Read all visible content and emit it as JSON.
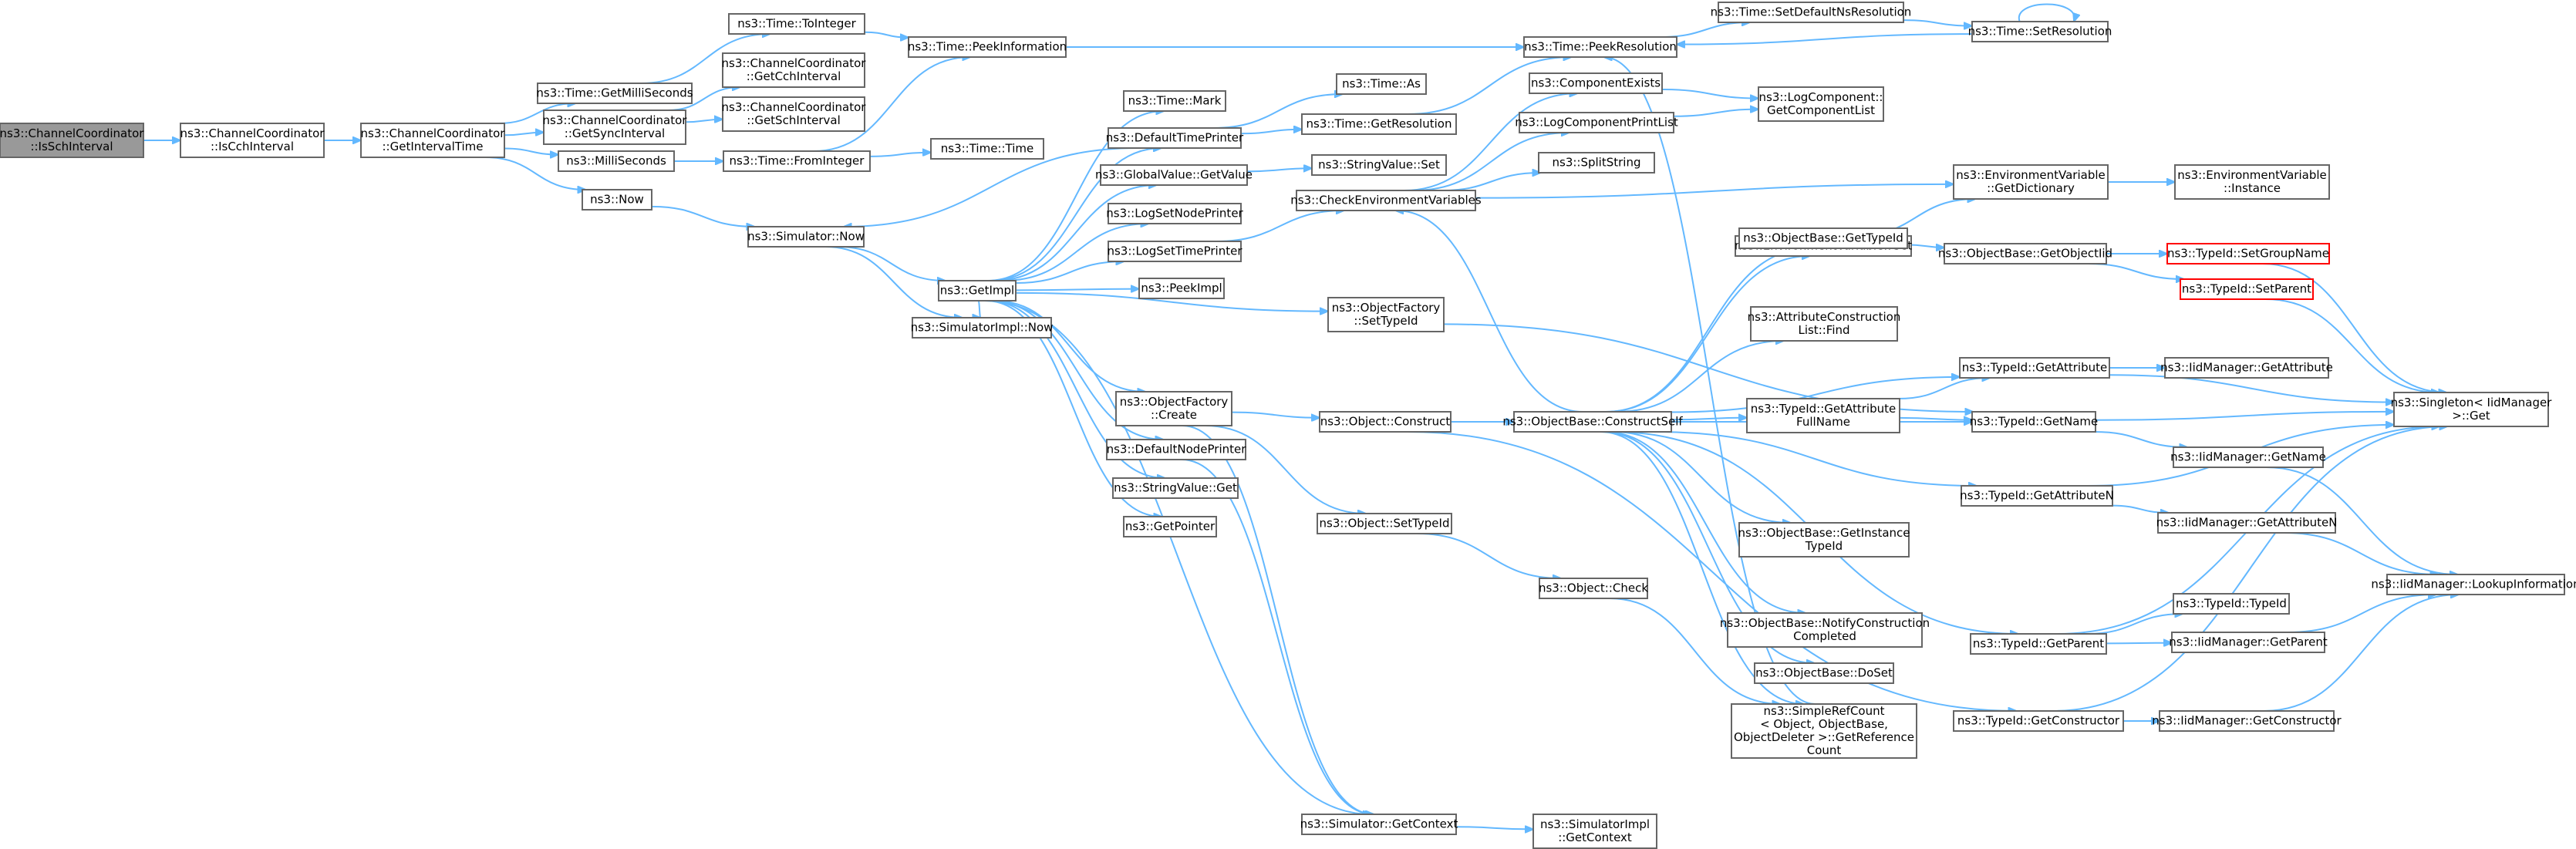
{
  "nodes": [
    {
      "id": "root",
      "lines": [
        "ns3::ChannelCoordinator",
        "::IsSchInterval"
      ],
      "style": "root"
    },
    {
      "id": "isCch",
      "lines": [
        "ns3::ChannelCoordinator",
        "::IsCchInterval"
      ]
    },
    {
      "id": "getInterval",
      "lines": [
        "ns3::ChannelCoordinator",
        "::GetIntervalTime"
      ]
    },
    {
      "id": "getMilli",
      "lines": [
        "ns3::Time::GetMilliSeconds"
      ]
    },
    {
      "id": "getSync",
      "lines": [
        "ns3::ChannelCoordinator",
        "::GetSyncInterval"
      ]
    },
    {
      "id": "getCch",
      "lines": [
        "ns3::ChannelCoordinator",
        "::GetCchInterval"
      ]
    },
    {
      "id": "getSch",
      "lines": [
        "ns3::ChannelCoordinator",
        "::GetSchInterval"
      ]
    },
    {
      "id": "milli",
      "lines": [
        "ns3::MilliSeconds"
      ]
    },
    {
      "id": "now",
      "lines": [
        "ns3::Now"
      ]
    },
    {
      "id": "toInteger",
      "lines": [
        "ns3::Time::ToInteger"
      ]
    },
    {
      "id": "fromInteger",
      "lines": [
        "ns3::Time::FromInteger"
      ]
    },
    {
      "id": "peekInfo",
      "lines": [
        "ns3::Time::PeekInformation"
      ]
    },
    {
      "id": "simNow",
      "lines": [
        "ns3::Simulator::Now"
      ]
    },
    {
      "id": "getImpl",
      "lines": [
        "ns3::GetImpl"
      ]
    },
    {
      "id": "simImplNow",
      "lines": [
        "ns3::SimulatorImpl::Now"
      ]
    },
    {
      "id": "timeTime",
      "lines": [
        "ns3::Time::Time"
      ]
    },
    {
      "id": "timeMark",
      "lines": [
        "ns3::Time::Mark"
      ]
    },
    {
      "id": "defTimePrinter",
      "lines": [
        "ns3::DefaultTimePrinter"
      ]
    },
    {
      "id": "globalGet",
      "lines": [
        "ns3::GlobalValue::GetValue"
      ]
    },
    {
      "id": "logNode",
      "lines": [
        "ns3::LogSetNodePrinter"
      ]
    },
    {
      "id": "logTime",
      "lines": [
        "ns3::LogSetTimePrinter"
      ]
    },
    {
      "id": "peekImpl",
      "lines": [
        "ns3::PeekImpl"
      ]
    },
    {
      "id": "ofCreate",
      "lines": [
        "ns3::ObjectFactory",
        "::Create"
      ]
    },
    {
      "id": "defNodePrinter",
      "lines": [
        "ns3::DefaultNodePrinter"
      ]
    },
    {
      "id": "svGet",
      "lines": [
        "ns3::StringValue::Get"
      ]
    },
    {
      "id": "getPointer",
      "lines": [
        "ns3::GetPointer"
      ]
    },
    {
      "id": "simGetCtx",
      "lines": [
        "ns3::Simulator::GetContext"
      ]
    },
    {
      "id": "timeAs",
      "lines": [
        "ns3::Time::As"
      ]
    },
    {
      "id": "getRes",
      "lines": [
        "ns3::Time::GetResolution"
      ]
    },
    {
      "id": "svSet",
      "lines": [
        "ns3::StringValue::Set"
      ]
    },
    {
      "id": "checkEnv",
      "lines": [
        "ns3::CheckEnvironmentVariables"
      ]
    },
    {
      "id": "ofSetTid",
      "lines": [
        "ns3::ObjectFactory",
        "::SetTypeId"
      ]
    },
    {
      "id": "objConstruct",
      "lines": [
        "ns3::Object::Construct"
      ]
    },
    {
      "id": "objSetTid",
      "lines": [
        "ns3::Object::SetTypeId"
      ]
    },
    {
      "id": "objCheck",
      "lines": [
        "ns3::Object::Check"
      ]
    },
    {
      "id": "simImplCtx",
      "lines": [
        "ns3::SimulatorImpl",
        "::GetContext"
      ]
    },
    {
      "id": "peekRes",
      "lines": [
        "ns3::Time::PeekResolution"
      ]
    },
    {
      "id": "setDefNs",
      "lines": [
        "ns3::Time::SetDefaultNsResolution"
      ]
    },
    {
      "id": "setRes",
      "lines": [
        "ns3::Time::SetResolution"
      ]
    },
    {
      "id": "compExists",
      "lines": [
        "ns3::ComponentExists"
      ]
    },
    {
      "id": "logCompList",
      "lines": [
        "ns3::LogComponentPrintList"
      ]
    },
    {
      "id": "splitStr",
      "lines": [
        "ns3::SplitString"
      ]
    },
    {
      "id": "getCompList",
      "lines": [
        "ns3::LogComponent::",
        "GetComponentList"
      ]
    },
    {
      "id": "envGet",
      "lines": [
        "ns3::EnvironmentVariable::Get"
      ]
    },
    {
      "id": "envDict",
      "lines": [
        "ns3::EnvironmentVariable",
        "::GetDictionary"
      ]
    },
    {
      "id": "envInst",
      "lines": [
        "ns3::EnvironmentVariable",
        "::Instance"
      ]
    },
    {
      "id": "obGetTid",
      "lines": [
        "ns3::ObjectBase::GetTypeId"
      ]
    },
    {
      "id": "obGetOid",
      "lines": [
        "ns3::ObjectBase::GetObjectIid"
      ]
    },
    {
      "id": "tidSetGroup",
      "lines": [
        "ns3::TypeId::SetGroupName"
      ],
      "style": "red"
    },
    {
      "id": "tidSetParent",
      "lines": [
        "ns3::TypeId::SetParent"
      ],
      "style": "red"
    },
    {
      "id": "attrFind",
      "lines": [
        "ns3::AttributeConstruction",
        "List::Find"
      ]
    },
    {
      "id": "constructSelf",
      "lines": [
        "ns3::ObjectBase::ConstructSelf"
      ]
    },
    {
      "id": "tidGetAttr",
      "lines": [
        "ns3::TypeId::GetAttribute"
      ]
    },
    {
      "id": "iidGetAttr",
      "lines": [
        "ns3::IidManager::GetAttribute"
      ]
    },
    {
      "id": "tidGetAttrFull",
      "lines": [
        "ns3::TypeId::GetAttribute",
        "FullName"
      ]
    },
    {
      "id": "tidGetName",
      "lines": [
        "ns3::TypeId::GetName"
      ]
    },
    {
      "id": "singleton",
      "lines": [
        "ns3::Singleton< IidManager",
        ">::Get"
      ]
    },
    {
      "id": "iidGetName",
      "lines": [
        "ns3::IidManager::GetName"
      ]
    },
    {
      "id": "tidGetAttrN",
      "lines": [
        "ns3::TypeId::GetAttributeN"
      ]
    },
    {
      "id": "iidGetAttrN",
      "lines": [
        "ns3::IidManager::GetAttributeN"
      ]
    },
    {
      "id": "obGetInst",
      "lines": [
        "ns3::ObjectBase::GetInstance",
        "TypeId"
      ]
    },
    {
      "id": "lookup",
      "lines": [
        "ns3::IidManager::LookupInformation"
      ]
    },
    {
      "id": "obNotify",
      "lines": [
        "ns3::ObjectBase::NotifyConstruction",
        "Completed"
      ]
    },
    {
      "id": "tidGetParent",
      "lines": [
        "ns3::TypeId::GetParent"
      ]
    },
    {
      "id": "tidTypeId",
      "lines": [
        "ns3::TypeId::TypeId"
      ]
    },
    {
      "id": "iidGetParent",
      "lines": [
        "ns3::IidManager::GetParent"
      ]
    },
    {
      "id": "obDoSet",
      "lines": [
        "ns3::ObjectBase::DoSet"
      ]
    },
    {
      "id": "refCount",
      "lines": [
        "ns3::SimpleRefCount",
        "< Object, ObjectBase,",
        "ObjectDeleter >::GetReference",
        "Count"
      ]
    },
    {
      "id": "tidGetCtor",
      "lines": [
        "ns3::TypeId::GetConstructor"
      ]
    },
    {
      "id": "iidGetCtor",
      "lines": [
        "ns3::IidManager::GetConstructor"
      ]
    }
  ],
  "edges": [
    [
      "root",
      "isCch"
    ],
    [
      "isCch",
      "getInterval"
    ],
    [
      "getInterval",
      "getMilli"
    ],
    [
      "getInterval",
      "getSync"
    ],
    [
      "getInterval",
      "milli"
    ],
    [
      "getInterval",
      "now"
    ],
    [
      "getMilli",
      "toInteger"
    ],
    [
      "toInteger",
      "peekInfo"
    ],
    [
      "getSync",
      "getCch"
    ],
    [
      "getSync",
      "getSch"
    ],
    [
      "milli",
      "fromInteger"
    ],
    [
      "fromInteger",
      "peekInfo"
    ],
    [
      "fromInteger",
      "timeTime"
    ],
    [
      "now",
      "simNow"
    ],
    [
      "peekInfo",
      "peekRes"
    ],
    [
      "simNow",
      "getImpl"
    ],
    [
      "simNow",
      "simImplNow"
    ],
    [
      "getImpl",
      "defTimePrinter"
    ],
    [
      "getImpl",
      "timeMark"
    ],
    [
      "getImpl",
      "globalGet"
    ],
    [
      "getImpl",
      "logNode"
    ],
    [
      "getImpl",
      "logTime"
    ],
    [
      "getImpl",
      "peekImpl"
    ],
    [
      "getImpl",
      "ofSetTid"
    ],
    [
      "getImpl",
      "ofCreate"
    ],
    [
      "getImpl",
      "defNodePrinter"
    ],
    [
      "getImpl",
      "svGet"
    ],
    [
      "getImpl",
      "getPointer"
    ],
    [
      "getImpl",
      "simGetCtx"
    ],
    [
      "getImpl",
      "simImplNow"
    ],
    [
      "defTimePrinter",
      "timeAs"
    ],
    [
      "defTimePrinter",
      "getRes"
    ],
    [
      "defTimePrinter",
      "simNow"
    ],
    [
      "globalGet",
      "svSet"
    ],
    [
      "logTime",
      "checkEnv"
    ],
    [
      "getRes",
      "peekRes"
    ],
    [
      "checkEnv",
      "compExists"
    ],
    [
      "checkEnv",
      "logCompList"
    ],
    [
      "checkEnv",
      "splitStr"
    ],
    [
      "checkEnv",
      "envDict"
    ],
    [
      "compExists",
      "getCompList"
    ],
    [
      "logCompList",
      "getCompList"
    ],
    [
      "envGet",
      "envDict"
    ],
    [
      "envDict",
      "envInst"
    ],
    [
      "peekRes",
      "setDefNs"
    ],
    [
      "setDefNs",
      "setRes"
    ],
    [
      "setRes",
      "setRes"
    ],
    [
      "setRes",
      "peekRes"
    ],
    [
      "ofSetTid",
      "tidGetName"
    ],
    [
      "ofCreate",
      "objConstruct"
    ],
    [
      "ofCreate",
      "objSetTid"
    ],
    [
      "ofCreate",
      "simGetCtx"
    ],
    [
      "defNodePrinter",
      "simGetCtx"
    ],
    [
      "objConstruct",
      "constructSelf"
    ],
    [
      "objSetTid",
      "objCheck"
    ],
    [
      "objCheck",
      "refCount"
    ],
    [
      "simGetCtx",
      "simImplCtx"
    ],
    [
      "constructSelf",
      "envGet"
    ],
    [
      "constructSelf",
      "obGetTid"
    ],
    [
      "constructSelf",
      "attrFind"
    ],
    [
      "constructSelf",
      "tidGetAttr"
    ],
    [
      "constructSelf",
      "tidGetAttrFull"
    ],
    [
      "constructSelf",
      "tidGetName"
    ],
    [
      "constructSelf",
      "tidGetAttrN"
    ],
    [
      "constructSelf",
      "obGetInst"
    ],
    [
      "constructSelf",
      "obNotify"
    ],
    [
      "constructSelf",
      "tidGetParent"
    ],
    [
      "constructSelf",
      "obDoSet"
    ],
    [
      "constructSelf",
      "refCount"
    ],
    [
      "constructSelf",
      "checkEnv"
    ],
    [
      "obGetTid",
      "obGetOid"
    ],
    [
      "obGetOid",
      "tidSetGroup"
    ],
    [
      "obGetOid",
      "tidSetParent"
    ],
    [
      "tidSetGroup",
      "singleton"
    ],
    [
      "tidSetParent",
      "singleton"
    ],
    [
      "tidGetAttr",
      "iidGetAttr"
    ],
    [
      "tidGetAttr",
      "singleton"
    ],
    [
      "tidGetAttrFull",
      "tidGetAttr"
    ],
    [
      "tidGetAttrFull",
      "tidGetName"
    ],
    [
      "tidGetName",
      "singleton"
    ],
    [
      "tidGetName",
      "iidGetName"
    ],
    [
      "iidGetName",
      "lookup"
    ],
    [
      "tidGetAttrN",
      "iidGetAttrN"
    ],
    [
      "tidGetAttrN",
      "singleton"
    ],
    [
      "iidGetAttrN",
      "lookup"
    ],
    [
      "tidGetParent",
      "tidTypeId"
    ],
    [
      "tidGetParent",
      "iidGetParent"
    ],
    [
      "tidGetParent",
      "singleton"
    ],
    [
      "iidGetParent",
      "lookup"
    ],
    [
      "tidGetCtor",
      "iidGetCtor"
    ],
    [
      "tidGetCtor",
      "singleton"
    ],
    [
      "iidGetCtor",
      "lookup"
    ],
    [
      "objConstruct",
      "tidGetCtor"
    ],
    [
      "refCount",
      "peekRes"
    ]
  ]
}
